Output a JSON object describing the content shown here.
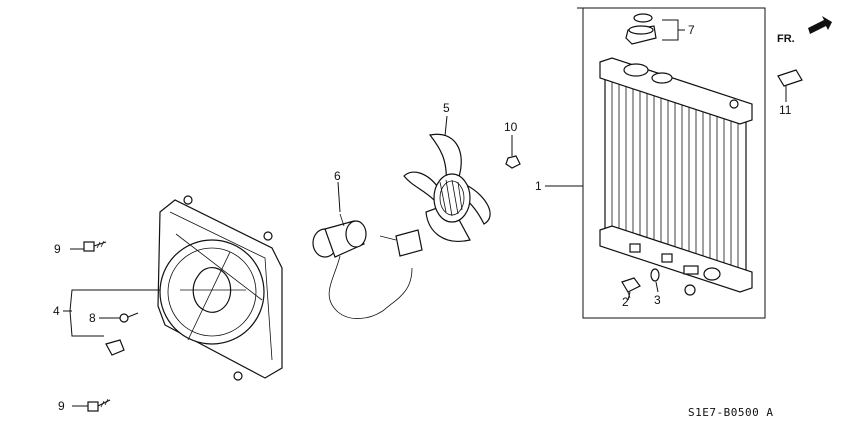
{
  "diagram": {
    "callouts": {
      "c1": "1",
      "c2": "2",
      "c3": "3",
      "c4": "4",
      "c5": "5",
      "c6": "6",
      "c7": "7",
      "c8": "8",
      "c9a": "9",
      "c9b": "9",
      "c10": "10",
      "c11": "11"
    },
    "front_arrow_label": "FR.",
    "diagram_code": "S1E7-B0500 A"
  }
}
